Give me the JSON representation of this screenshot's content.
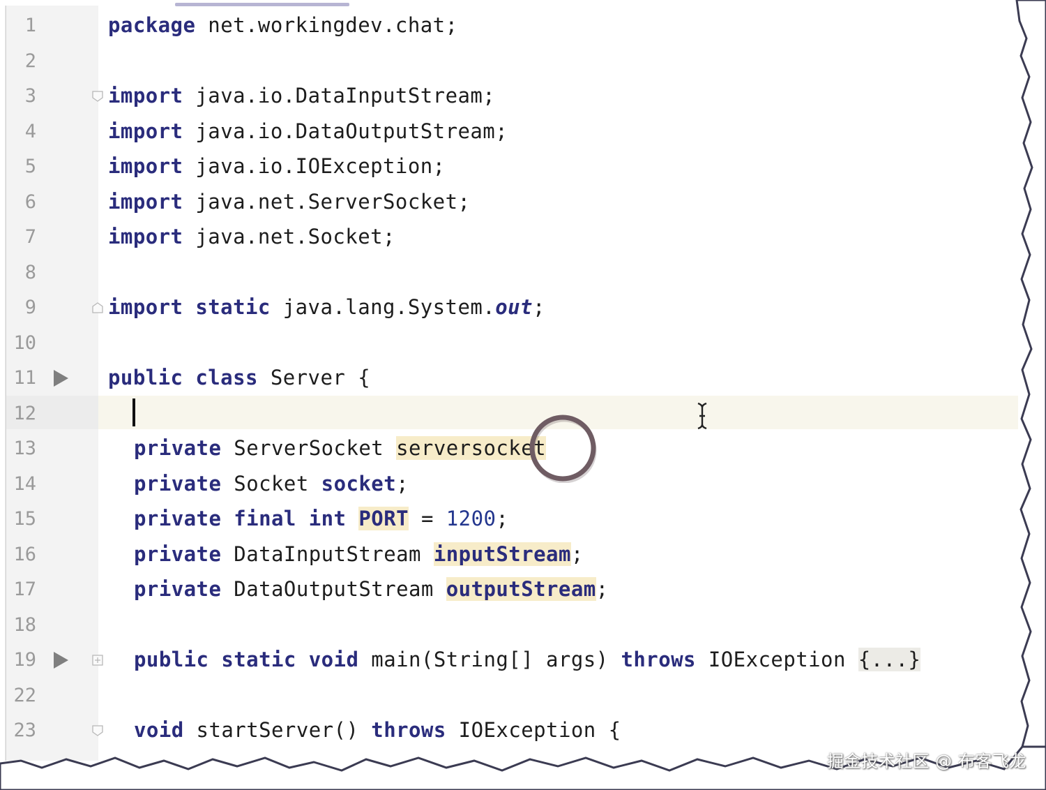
{
  "editor": {
    "colors": {
      "keyword": "#2a2c7c",
      "text": "#1d1d1d",
      "line_number": "#9a9a9a",
      "current_line_bg": "#f8f6ec",
      "highlight_bg": "#f7ecc9",
      "gutter_bg": "#f3f3f3"
    },
    "current_line": "12",
    "lines": [
      {
        "num": "1",
        "parts": [
          [
            "kw",
            "package"
          ],
          [
            "t",
            " net.workingdev.chat;"
          ]
        ]
      },
      {
        "num": "2",
        "parts": []
      },
      {
        "num": "3",
        "parts": [
          [
            "kw",
            "import"
          ],
          [
            "t",
            " java.io.DataInputStream;"
          ]
        ],
        "fold": "open"
      },
      {
        "num": "4",
        "parts": [
          [
            "kw",
            "import"
          ],
          [
            "t",
            " java.io.DataOutputStream;"
          ]
        ]
      },
      {
        "num": "5",
        "parts": [
          [
            "kw",
            "import"
          ],
          [
            "t",
            " java.io.IOException;"
          ]
        ]
      },
      {
        "num": "6",
        "parts": [
          [
            "kw",
            "import"
          ],
          [
            "t",
            " java.net.ServerSocket;"
          ]
        ]
      },
      {
        "num": "7",
        "parts": [
          [
            "kw",
            "import"
          ],
          [
            "t",
            " java.net.Socket;"
          ]
        ]
      },
      {
        "num": "8",
        "parts": []
      },
      {
        "num": "9",
        "parts": [
          [
            "kw",
            "import static"
          ],
          [
            "t",
            " java.lang.System."
          ],
          [
            "ital",
            "out"
          ],
          [
            "t",
            ";"
          ]
        ],
        "fold": "close"
      },
      {
        "num": "10",
        "parts": []
      },
      {
        "num": "11",
        "parts": [
          [
            "kw",
            "public class"
          ],
          [
            "t",
            " Server {"
          ]
        ],
        "run": true
      },
      {
        "num": "12",
        "parts": [],
        "indent": 1
      },
      {
        "num": "13",
        "parts": [
          [
            "kw",
            "private"
          ],
          [
            "t",
            " ServerSocket "
          ],
          [
            "hlplain",
            "serversocket"
          ]
        ],
        "indent": 1
      },
      {
        "num": "14",
        "parts": [
          [
            "kw",
            "private"
          ],
          [
            "t",
            " Socket "
          ],
          [
            "field",
            "socket"
          ],
          [
            "t",
            ";"
          ]
        ],
        "indent": 1
      },
      {
        "num": "15",
        "parts": [
          [
            "kw",
            "private final int"
          ],
          [
            "t",
            " "
          ],
          [
            "hl",
            "PORT"
          ],
          [
            "t",
            " = "
          ],
          [
            "num",
            "1200"
          ],
          [
            "t",
            ";"
          ]
        ],
        "indent": 1
      },
      {
        "num": "16",
        "parts": [
          [
            "kw",
            "private"
          ],
          [
            "t",
            " DataInputStream "
          ],
          [
            "hl",
            "inputStream"
          ],
          [
            "t",
            ";"
          ]
        ],
        "indent": 1
      },
      {
        "num": "17",
        "parts": [
          [
            "kw",
            "private"
          ],
          [
            "t",
            " DataOutputStream "
          ],
          [
            "hl",
            "outputStream"
          ],
          [
            "t",
            ";"
          ]
        ],
        "indent": 1
      },
      {
        "num": "18",
        "parts": []
      },
      {
        "num": "19",
        "parts": [
          [
            "kw",
            "public static void"
          ],
          [
            "t",
            " main(String[] args) "
          ],
          [
            "kw",
            "throws"
          ],
          [
            "t",
            " IOException "
          ],
          [
            "folded",
            "{...}"
          ]
        ],
        "indent": 1,
        "run": true,
        "fold": "plus"
      },
      {
        "num": "22",
        "parts": []
      },
      {
        "num": "23",
        "parts": [
          [
            "kw",
            "void"
          ],
          [
            "t",
            " startServer() "
          ],
          [
            "kw",
            "throws"
          ],
          [
            "t",
            " IOException {"
          ]
        ],
        "indent": 1,
        "fold": "open"
      }
    ]
  },
  "watermark": "掘金技术社区 @ 布客飞龙"
}
